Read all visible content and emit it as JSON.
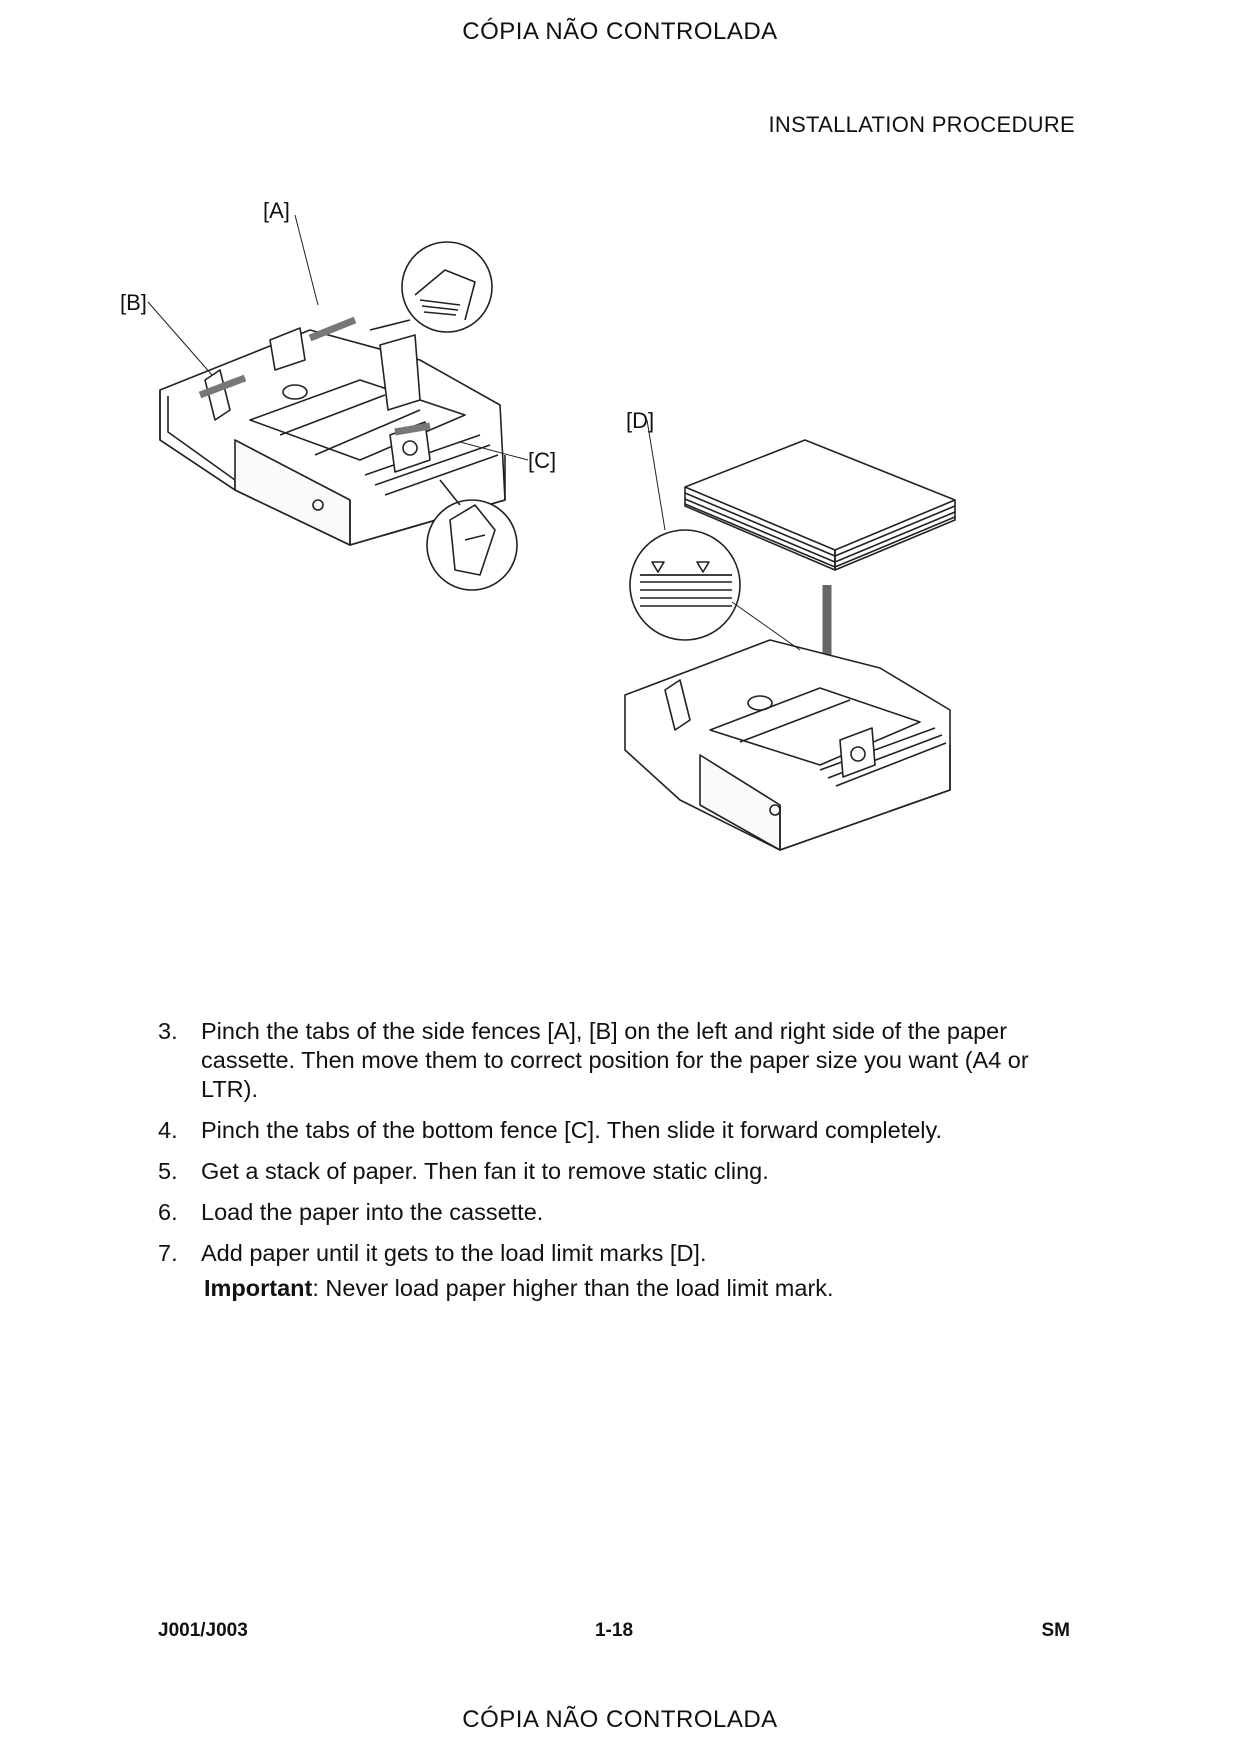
{
  "watermark_top": "CÓPIA NÃO CONTROLADA",
  "watermark_bottom": "CÓPIA NÃO CONTROLADA",
  "section_header": "INSTALLATION PROCEDURE",
  "figure": {
    "callouts": {
      "a": "[A]",
      "b": "[B]",
      "c": "[C]",
      "d": "[D]"
    }
  },
  "steps": [
    {
      "number": "3.",
      "text": "Pinch the tabs of the side fences [A], [B] on the left and right side of the paper cassette. Then move them to correct position for the paper size you want (A4 or LTR)."
    },
    {
      "number": "4.",
      "text": "Pinch the tabs of the bottom fence [C]. Then slide it forward completely."
    },
    {
      "number": "5.",
      "text": "Get a stack of paper. Then fan it to remove static cling."
    },
    {
      "number": "6.",
      "text": "Load the paper into the cassette."
    },
    {
      "number": "7.",
      "text": "Add paper until it gets to the load limit marks [D]."
    }
  ],
  "note": {
    "label": "Important",
    "text": ": Never load paper higher than the load limit mark."
  },
  "footer": {
    "left": "J001/J003",
    "center": "1-18",
    "right": "SM"
  }
}
